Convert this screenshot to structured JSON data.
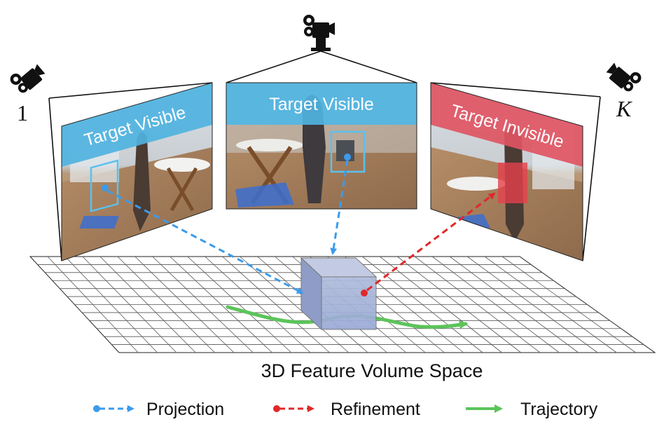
{
  "cameras": {
    "left_index": "1",
    "right_index": "K",
    "icon": "movie-camera-icon"
  },
  "views": {
    "left": {
      "banner": "Target Visible",
      "status": "visible",
      "color": "#4fb3df"
    },
    "center": {
      "banner": "Target Visible",
      "status": "visible",
      "color": "#4fb3df"
    },
    "right": {
      "banner": "Target Invisible",
      "status": "invisible",
      "color": "#e05563"
    }
  },
  "volume": {
    "title": "3D Feature Volume Space",
    "cube_color": "#a9b9de"
  },
  "legend": {
    "projection": {
      "label": "Projection",
      "color": "#3c9be9"
    },
    "refinement": {
      "label": "Refinement",
      "color": "#e0282a"
    },
    "trajectory": {
      "label": "Trajectory",
      "color": "#5cc45a"
    }
  }
}
